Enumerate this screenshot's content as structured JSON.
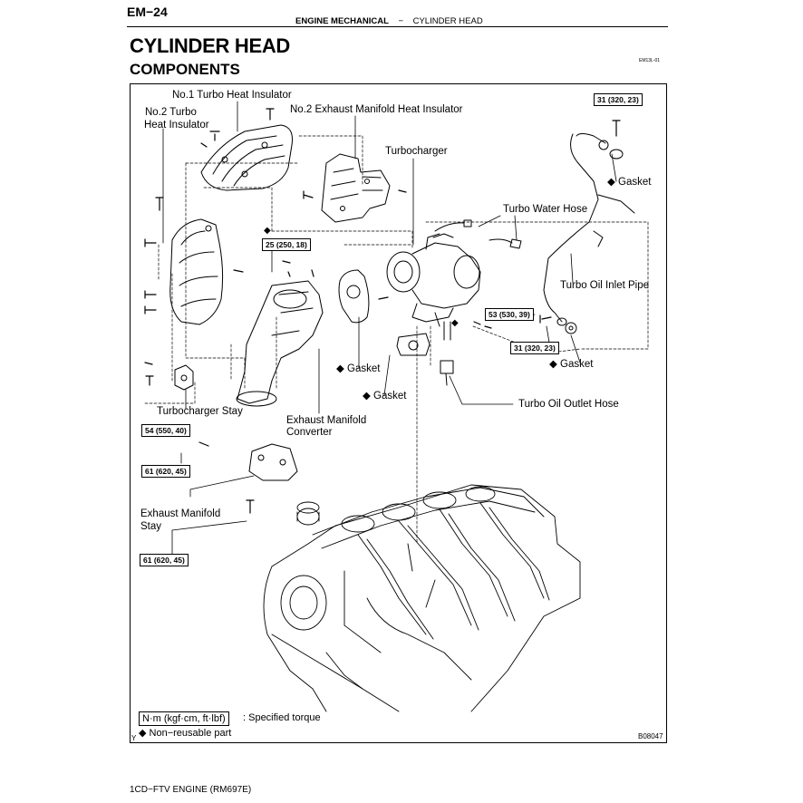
{
  "header": {
    "page_number": "EM−24",
    "section": "ENGINE MECHANICAL",
    "separator": "−",
    "subsection": "CYLINDER HEAD"
  },
  "title": "CYLINDER HEAD",
  "subtitle": "COMPONENTS",
  "figure_code": "EM13L-01",
  "figure_id": "B08047",
  "compass": "Y",
  "labels": {
    "no1_turbo_heat_insulator": "No.1 Turbo Heat Insulator",
    "no2_turbo_heat_insulator_l1": "No.2 Turbo",
    "no2_turbo_heat_insulator_l2": "Heat Insulator",
    "no2_exhaust_manifold_heat_insulator": "No.2 Exhaust Manifold Heat Insulator",
    "turbocharger": "Turbocharger",
    "gasket_oil_pipe_upper": "◆ Gasket",
    "turbo_water_hose": "Turbo Water Hose",
    "turbo_oil_inlet_pipe": "Turbo Oil Inlet Pipe",
    "gasket_oil_pipe_lower": "◆ Gasket",
    "gasket_manifold": "◆ Gasket",
    "gasket_outlet": "◆ Gasket",
    "turbo_oil_outlet_hose": "Turbo Oil Outlet Hose",
    "turbocharger_stay": "Turbocharger Stay",
    "exhaust_manifold_converter_l1": "Exhaust Manifold",
    "exhaust_manifold_converter_l2": "Converter",
    "exhaust_manifold_stay_l1": "Exhaust Manifold",
    "exhaust_manifold_stay_l2": "Stay"
  },
  "torques": {
    "t31_top": "31 (320, 23)",
    "t25": "25 (250, 18)",
    "t53": "53 (530, 39)",
    "t31_mid": "31 (320, 23)",
    "t54": "54 (550, 40)",
    "t61_upper": "61 (620, 45)",
    "t61_lower": "61 (620, 45)"
  },
  "legend": {
    "unit_box": "N·m (kgf·cm, ft·lbf)",
    "unit_text": ": Specified torque",
    "nonreusable": "◆ Non−reusable part"
  },
  "footer": "1CD−FTV ENGINE   (RM697E)"
}
